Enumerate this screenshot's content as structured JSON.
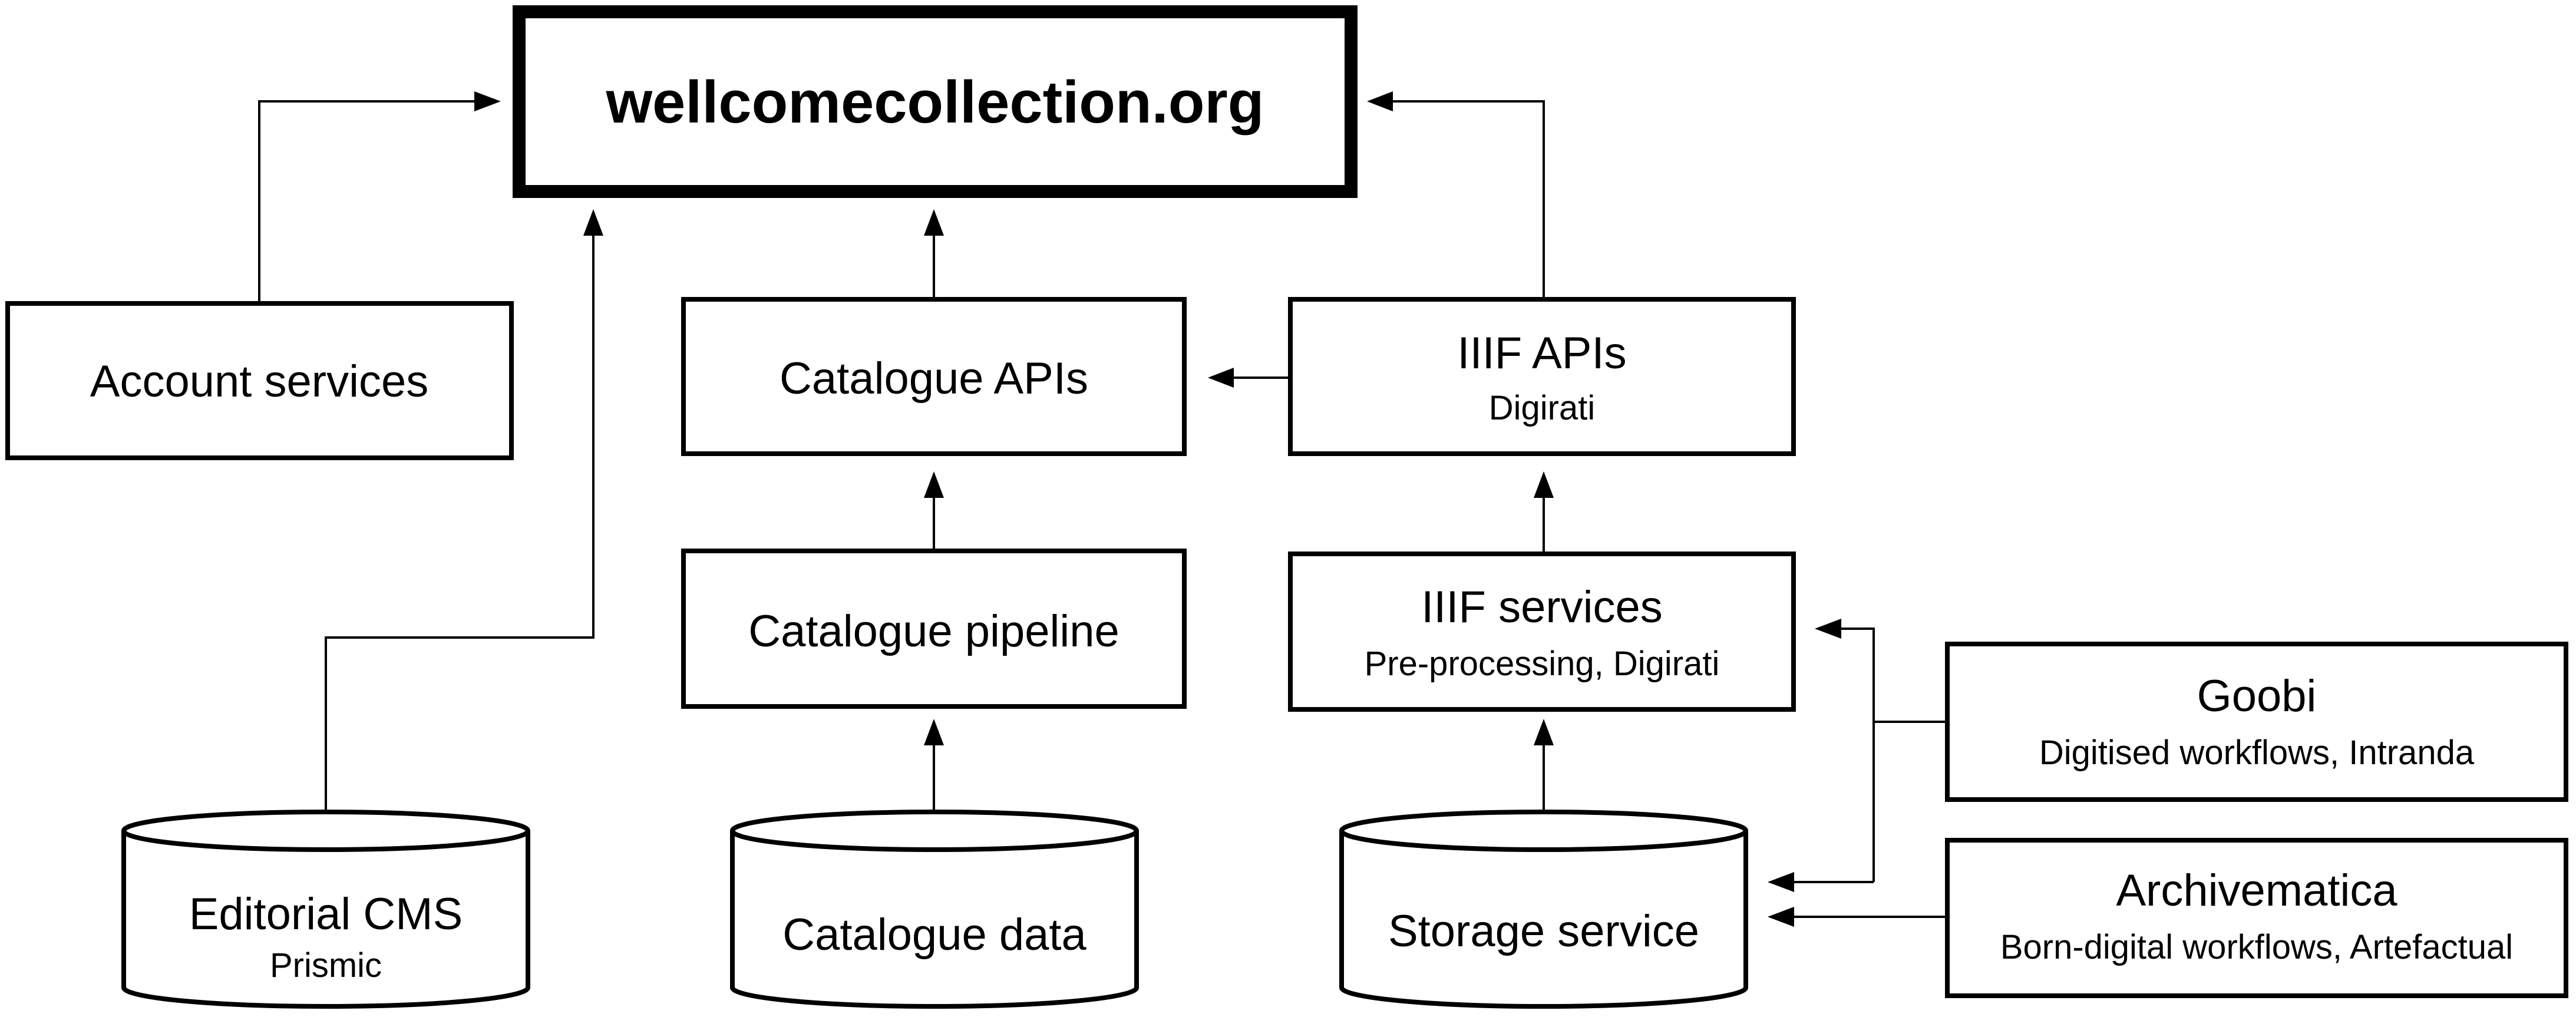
{
  "website": {
    "label": "wellcomecollection.org"
  },
  "account_services": {
    "label": "Account services"
  },
  "catalogue_apis": {
    "label": "Catalogue APIs"
  },
  "iiif_apis": {
    "label": "IIIF APIs",
    "sub": "Digirati"
  },
  "catalogue_pipeline": {
    "label": "Catalogue pipeline"
  },
  "iiif_services": {
    "label": "IIIF services",
    "sub": "Pre-processing, Digirati"
  },
  "goobi": {
    "label": "Goobi",
    "sub": "Digitised workflows, Intranda"
  },
  "archivematica": {
    "label": "Archivematica",
    "sub": "Born-digital workflows, Artefactual"
  },
  "editorial_cms": {
    "label": "Editorial CMS",
    "sub": "Prismic"
  },
  "catalogue_data": {
    "label": "Catalogue data"
  },
  "storage_service": {
    "label": "Storage service"
  },
  "connections": [
    {
      "from": "account_services",
      "to": "website"
    },
    {
      "from": "editorial_cms",
      "to": "website"
    },
    {
      "from": "catalogue_apis",
      "to": "website"
    },
    {
      "from": "iiif_apis",
      "to": "website"
    },
    {
      "from": "iiif_apis",
      "to": "catalogue_apis"
    },
    {
      "from": "catalogue_pipeline",
      "to": "catalogue_apis"
    },
    {
      "from": "catalogue_data",
      "to": "catalogue_pipeline"
    },
    {
      "from": "iiif_services",
      "to": "iiif_apis"
    },
    {
      "from": "storage_service",
      "to": "iiif_services"
    },
    {
      "from": "goobi",
      "to": "iiif_services"
    },
    {
      "from": "goobi",
      "to": "storage_service"
    },
    {
      "from": "archivematica",
      "to": "storage_service"
    }
  ]
}
